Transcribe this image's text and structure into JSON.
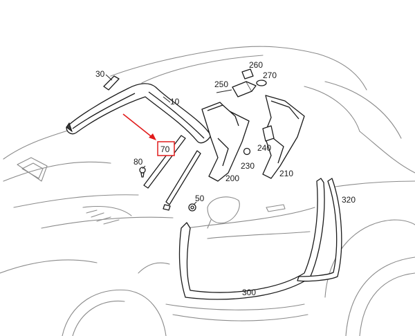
{
  "diagram": {
    "labels": {
      "p10": "10",
      "p30": "30",
      "p50": "50",
      "p70": "70",
      "p80": "80",
      "p200": "200",
      "p210": "210",
      "p230": "230",
      "p240": "240",
      "p250": "250",
      "p260": "260",
      "p270": "270",
      "p300": "300",
      "p320": "320"
    },
    "highlight": {
      "part": "70",
      "color": "#e11b1b"
    }
  }
}
